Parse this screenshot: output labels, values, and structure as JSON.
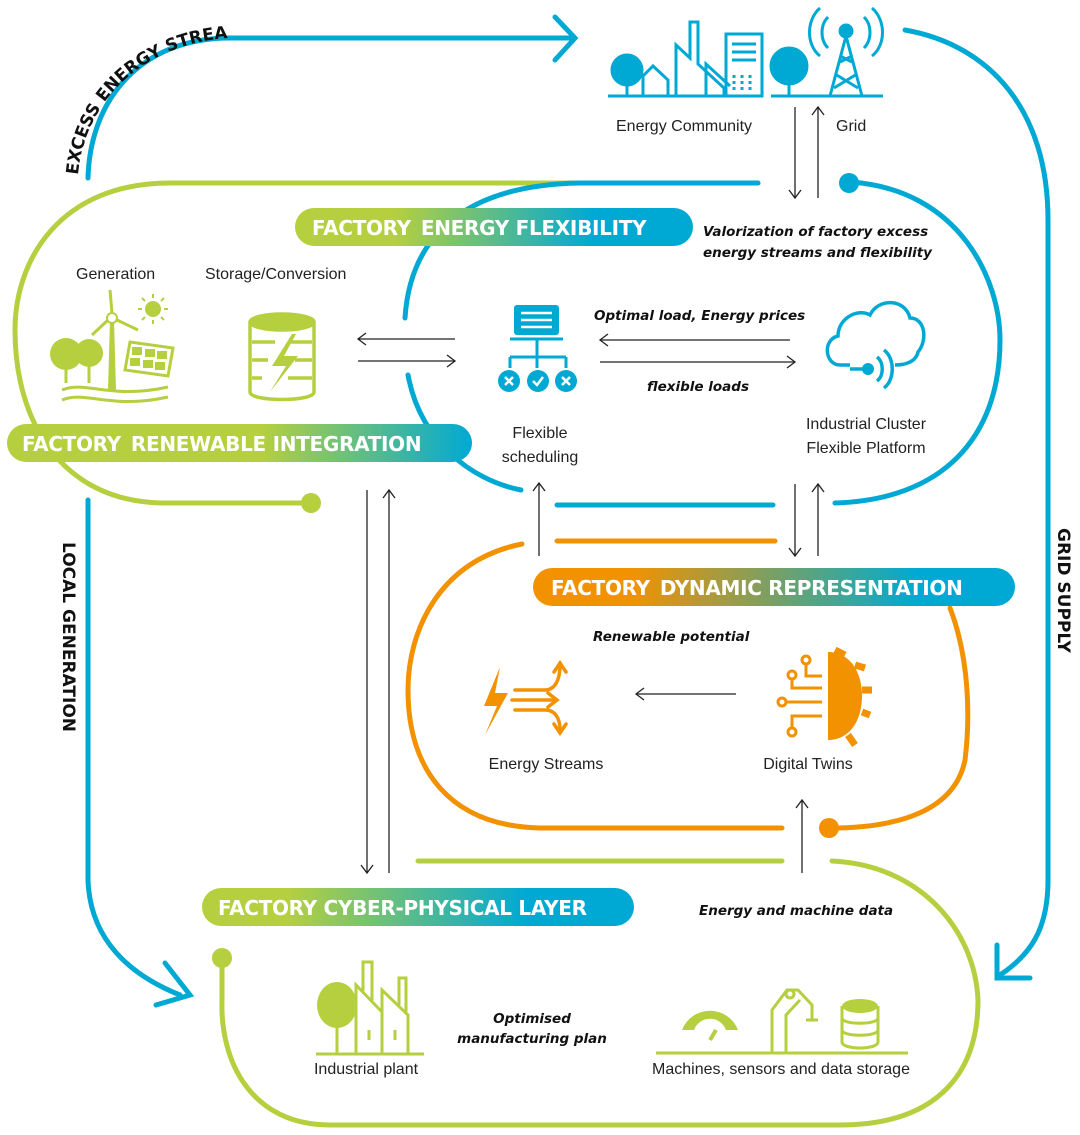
{
  "colors": {
    "blue": "#00a9d4",
    "green": "#b5cf3f",
    "orange": "#f39200",
    "text": "#222222"
  },
  "flows": {
    "excess_energy": "EXCESS ENERGY STREAMS AND FLEXIBILITY",
    "local_generation": "LOCAL GENERATION",
    "grid_supply": "GRID SUPPLY"
  },
  "top": {
    "energy_community": "Energy Community",
    "grid": "Grid"
  },
  "layers": {
    "energy_flexibility": {
      "title_a": "FACTORY",
      "title_b": "ENERGY FLEXIBILITY",
      "note_line1": "Valorization of factory excess",
      "note_line2": "energy streams and flexibility",
      "optimal_load": "Optimal load, Energy prices",
      "flexible_loads": "flexible loads",
      "flexible_scheduling_1": "Flexible",
      "flexible_scheduling_2": "scheduling",
      "platform_1": "Industrial Cluster",
      "platform_2": "Flexible Platform"
    },
    "renewable_integration": {
      "title_a": "FACTORY",
      "title_b": "RENEWABLE INTEGRATION",
      "generation": "Generation",
      "storage": "Storage/Conversion"
    },
    "dynamic_representation": {
      "title_a": "FACTORY",
      "title_b": "DYNAMIC REPRESENTATION",
      "renewable_potential": "Renewable potential",
      "energy_streams": "Energy Streams",
      "digital_twins": "Digital Twins"
    },
    "cyber_physical": {
      "title": "FACTORY CYBER-PHYSICAL LAYER",
      "energy_machine_data": "Energy and machine data",
      "optimised_1": "Optimised",
      "optimised_2": "manufacturing plan",
      "industrial_plant": "Industrial plant",
      "machines": "Machines, sensors and data storage"
    }
  }
}
